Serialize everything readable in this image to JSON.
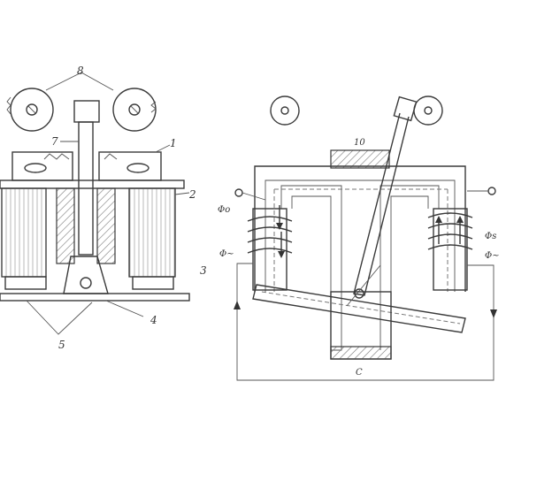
{
  "labels": {
    "n8": "8",
    "n7": "7",
    "n1": "1",
    "n2": "2",
    "n3": "3",
    "n4": "4",
    "n5": "5",
    "n10": "10",
    "phi_o": "Φo",
    "phi_tilde_left": "Φ~",
    "phi_s": "Φs",
    "phi_tilde_right": "Φ~",
    "c": "C"
  },
  "colors": {
    "ink": "#3a3a3a",
    "paper": "#ffffff"
  }
}
